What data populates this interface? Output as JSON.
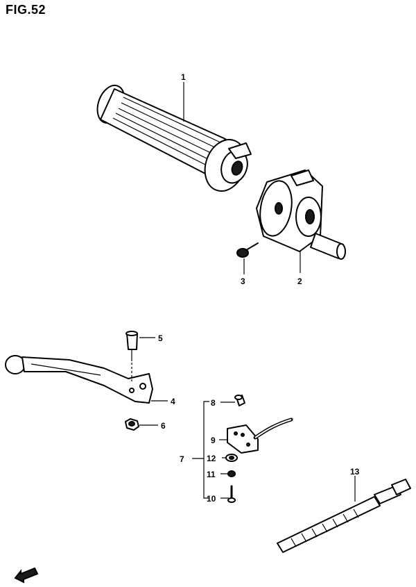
{
  "figure": {
    "title": "FIG.52"
  },
  "callouts": {
    "c1": "1",
    "c2": "2",
    "c3": "3",
    "c4": "4",
    "c5": "5",
    "c6": "6",
    "c7": "7",
    "c8": "8",
    "c9": "9",
    "c10": "10",
    "c11": "11",
    "c12": "12",
    "c13": "13"
  },
  "parts": [
    {
      "number": "1",
      "name": "throttle-grip"
    },
    {
      "number": "2",
      "name": "handlebar-switch-housing"
    },
    {
      "number": "3",
      "name": "screw"
    },
    {
      "number": "4",
      "name": "brake-lever"
    },
    {
      "number": "5",
      "name": "lever-bolt"
    },
    {
      "number": "6",
      "name": "lever-nut"
    },
    {
      "number": "7",
      "name": "brake-switch-assembly"
    },
    {
      "number": "8",
      "name": "switch-screw"
    },
    {
      "number": "9",
      "name": "brake-light-switch"
    },
    {
      "number": "10",
      "name": "screw"
    },
    {
      "number": "11",
      "name": "nut"
    },
    {
      "number": "12",
      "name": "washer"
    },
    {
      "number": "13",
      "name": "cable-tie-clamp"
    }
  ]
}
